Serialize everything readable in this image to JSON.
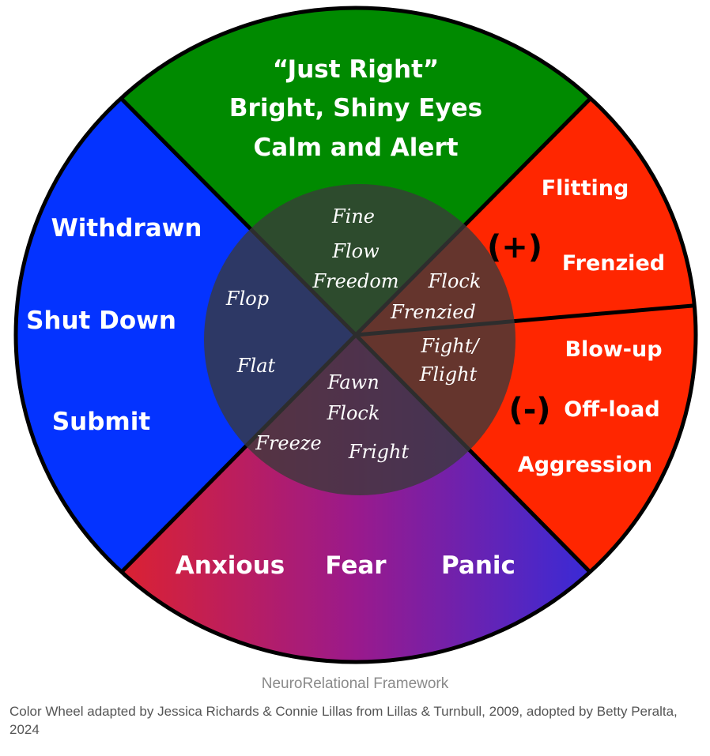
{
  "wheel": {
    "colors": {
      "top": "#008a00",
      "left": "#0433ff",
      "right": "#ff2600",
      "bottom_start": "#ff2600",
      "bottom_mid": "#9a1a8c",
      "bottom_end": "#0433ff",
      "inner_overlay": "#3a3a3a"
    },
    "top": {
      "lines": [
        "“Just Right”",
        "Bright, Shiny Eyes",
        "Calm and Alert"
      ]
    },
    "left": {
      "lines": [
        "Withdrawn",
        "Shut Down",
        "Submit"
      ]
    },
    "right_upper": {
      "sign": "(+)",
      "lines": [
        "Flitting",
        "Frenzied"
      ]
    },
    "right_lower": {
      "sign": "(-)",
      "lines": [
        "Blow-up",
        "Off-load",
        "Aggression"
      ]
    },
    "bottom": {
      "lines": [
        "Anxious",
        "Fear",
        "Panic"
      ]
    },
    "inner": {
      "top": [
        "Fine",
        "Flow",
        "Freedom"
      ],
      "left": [
        "Flop",
        "Flat"
      ],
      "right_upper": [
        "Flock",
        "Frenzied"
      ],
      "right_lower": [
        "Fight/",
        "Flight"
      ],
      "bottom": [
        "Fawn",
        "Flock",
        "Freeze",
        "Fright"
      ]
    }
  },
  "caption": {
    "title": "NeuroRelational Framework",
    "credit": "Color Wheel adapted by Jessica Richards & Connie Lillas from Lillas & Turnbull, 2009, adopted by Betty Peralta, 2024"
  }
}
